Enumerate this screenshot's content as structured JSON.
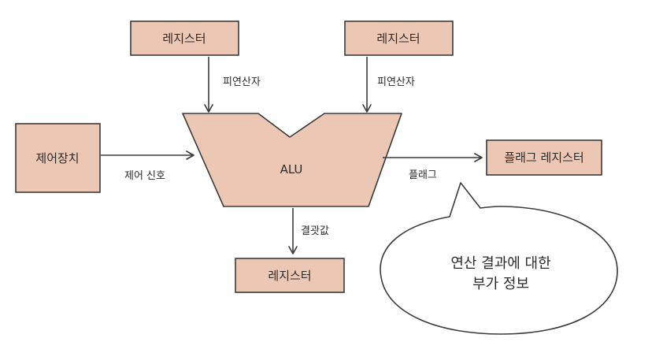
{
  "colors": {
    "box_fill": "#ecc8b4",
    "stroke": "#3a3a3a",
    "background": "#ffffff",
    "bubble_fill": "#ffffff"
  },
  "nodes": {
    "register_top_left": "레지스터",
    "register_top_right": "레지스터",
    "control_unit": "제어장치",
    "alu": "ALU",
    "flag_register": "플래그 레지스터",
    "register_bottom": "레지스터"
  },
  "edges": {
    "operand_left": "피연산자",
    "operand_right": "피연산자",
    "control_signal": "제어 신호",
    "flag": "플래그",
    "result": "결괏값"
  },
  "callout": {
    "line1": "연산 결과에 대한",
    "line2": "부가 정보"
  }
}
